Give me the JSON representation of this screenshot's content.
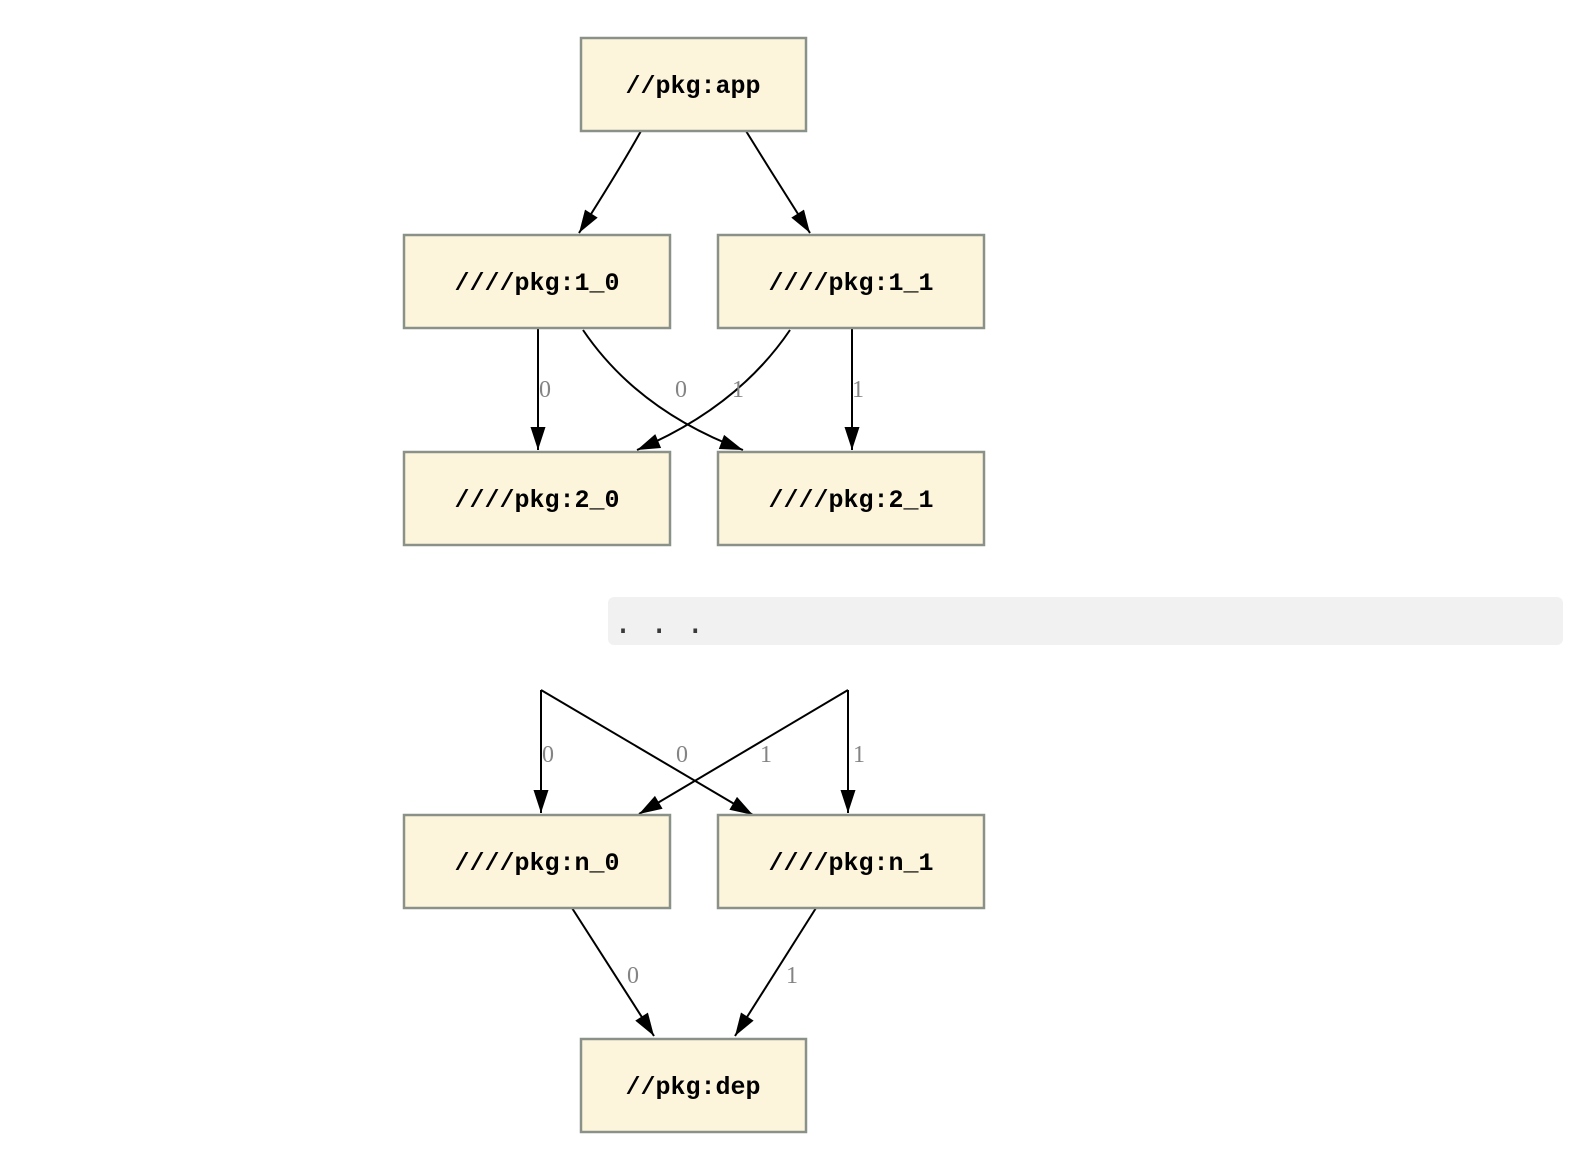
{
  "graph": {
    "nodes": [
      {
        "id": "app",
        "label": "//pkg:app"
      },
      {
        "id": "1_0",
        "label": "////pkg:1_0"
      },
      {
        "id": "1_1",
        "label": "////pkg:1_1"
      },
      {
        "id": "2_0",
        "label": "////pkg:2_0"
      },
      {
        "id": "2_1",
        "label": "////pkg:2_1"
      },
      {
        "id": "n_0",
        "label": "////pkg:n_0"
      },
      {
        "id": "n_1",
        "label": "////pkg:n_1"
      },
      {
        "id": "dep",
        "label": "//pkg:dep"
      }
    ],
    "edges": [
      {
        "from": "//pkg:app",
        "to": "////pkg:1_0",
        "label": ""
      },
      {
        "from": "//pkg:app",
        "to": "////pkg:1_1",
        "label": ""
      },
      {
        "from": "////pkg:1_0",
        "to": "////pkg:2_0",
        "label": "0"
      },
      {
        "from": "////pkg:1_1",
        "to": "////pkg:2_0",
        "label": "0"
      },
      {
        "from": "////pkg:1_0",
        "to": "////pkg:2_1",
        "label": "1"
      },
      {
        "from": "////pkg:1_1",
        "to": "////pkg:2_1",
        "label": "1"
      },
      {
        "from": "...",
        "to": "////pkg:n_0",
        "label": "0"
      },
      {
        "from": "...",
        "to": "////pkg:n_0",
        "label": "0"
      },
      {
        "from": "...",
        "to": "////pkg:n_1",
        "label": "1"
      },
      {
        "from": "...",
        "to": "////pkg:n_1",
        "label": "1"
      },
      {
        "from": "////pkg:n_0",
        "to": "//pkg:dep",
        "label": "0"
      },
      {
        "from": "////pkg:n_1",
        "to": "//pkg:dep",
        "label": "1"
      }
    ],
    "edge_labels": {
      "row1": [
        "0",
        "0",
        "1",
        "1"
      ],
      "row2": [
        "0",
        "0",
        "1",
        "1"
      ],
      "row3": [
        "0",
        "1"
      ]
    },
    "ellipsis": ". . .",
    "colors": {
      "background": "#FFFFFF",
      "node_fill": "#FCF5DC",
      "node_border": "#8A9189",
      "node_text": "#000000",
      "edge": "#000000",
      "edge_label": "#848484",
      "ellipsis_band": "#F1F1F1",
      "ellipsis_dots": "#3A3A3A"
    }
  }
}
